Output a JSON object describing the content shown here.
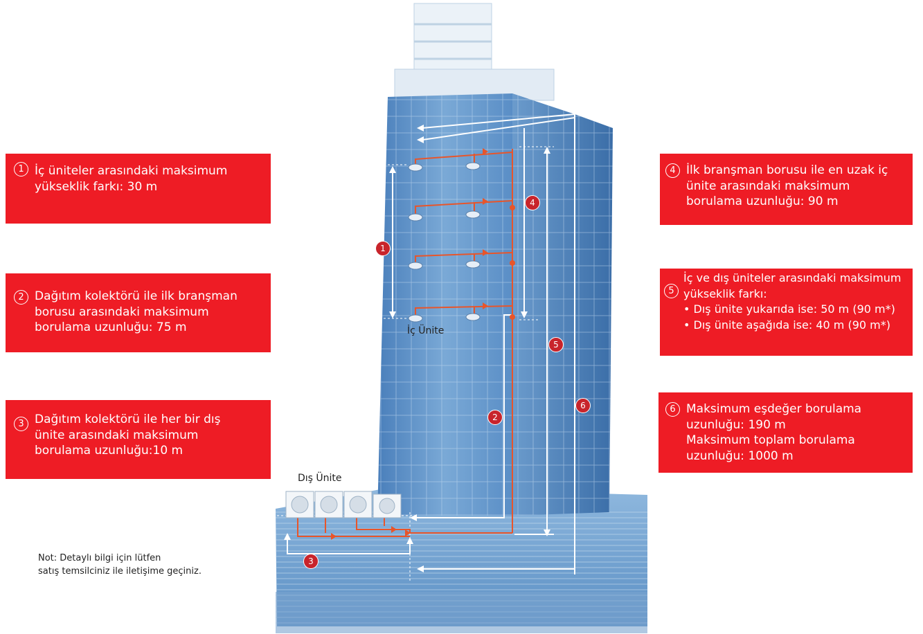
{
  "boxes": {
    "b1": {
      "num": "1",
      "text": "İç üniteler arasındaki maksimum\nyükseklik farkı: 30 m"
    },
    "b2": {
      "num": "2",
      "text": "Dağıtım kolektörü ile ilk branşman\nborusu arasındaki  maksimum\nborulama uzunluğu: 75 m"
    },
    "b3": {
      "num": "3",
      "text": "Dağıtım kolektörü ile her bir dış\nünite arasındaki maksimum\nborulama uzunluğu:10 m"
    },
    "b4": {
      "num": "4",
      "text": "İlk branşman borusu ile en uzak iç\nünite arasındaki maksimum\nborulama uzunluğu: 90 m"
    },
    "b5": {
      "num": "5",
      "text": "İç ve dış üniteler arasındaki maksimum\nyükseklik farkı:\n  • Dış ünite yukarıda ise: 50 m (90 m*)\n  • Dış ünite aşağıda ise: 40 m (90 m*)"
    },
    "b6": {
      "num": "6",
      "text": "Maksimum eşdeğer borulama\nuzunluğu: 190 m\nMaksimum toplam borulama\nuzunluğu: 1000 m"
    }
  },
  "labels": {
    "indoor_unit": "İç Ünite",
    "outdoor_unit": "Dış Ünite",
    "note": "Not: Detaylı bilgi için lütfen\nsatış temsilciniz ile iletişime geçiniz."
  },
  "badges": [
    "1",
    "2",
    "3",
    "4",
    "5",
    "6"
  ],
  "colors": {
    "accent": "#ee1c25",
    "pipe": "#e8552a",
    "glass": "#4f86c0"
  }
}
